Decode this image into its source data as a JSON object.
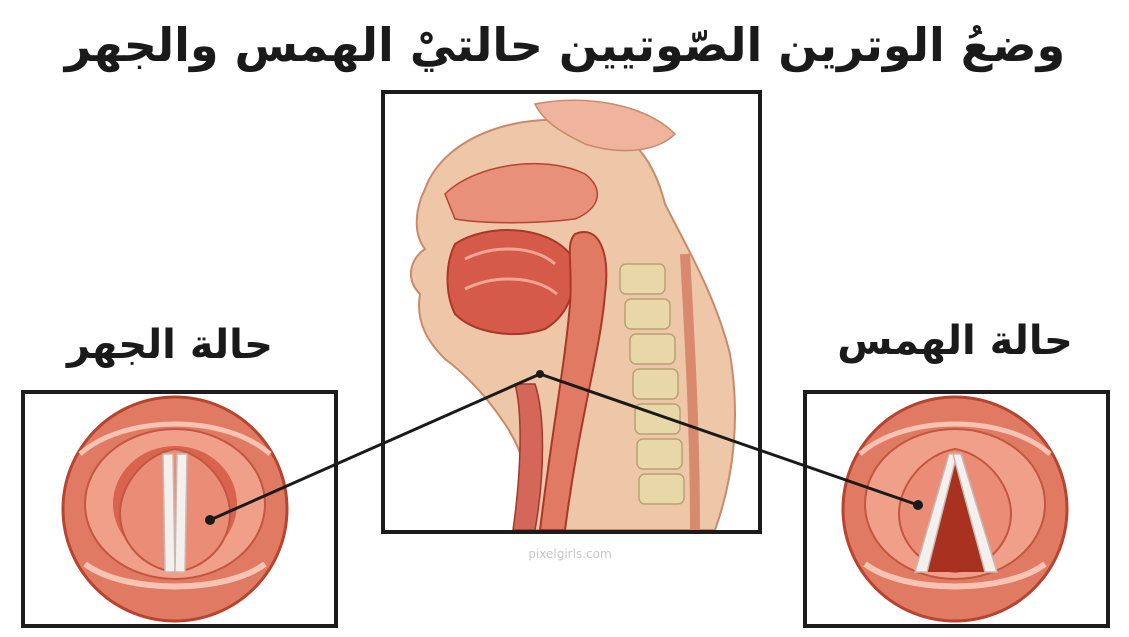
{
  "title": "وضعُ الوترين الصّوتيين حالتيْ الهمس والجهر",
  "panels": {
    "voiced_label": "حالة الجهر",
    "whisper_label": "حالة الهمس"
  },
  "watermark": "pixelgirls.com",
  "colors": {
    "frame": "#1c1c1c",
    "tissue": "#e07a63",
    "tissue_dark": "#b8432e",
    "cords": "#f3f0ee",
    "bone": "#e8d7a8"
  }
}
